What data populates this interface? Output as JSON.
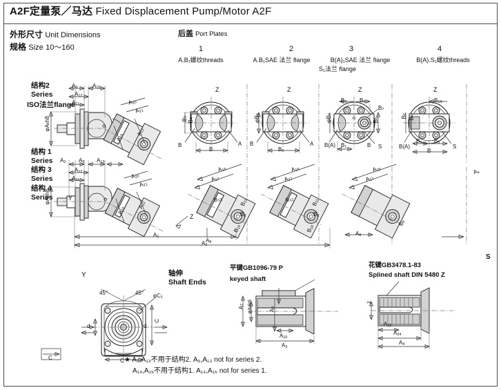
{
  "document": {
    "title_cn": "A2F定量泵／马达",
    "title_en": "Fixed Displacement Pump/Motor A2F",
    "unit_dimensions_cn": "外形尺寸",
    "unit_dimensions_en": "Unit Dimensions",
    "size_cn": "规格",
    "size_en": "Size",
    "size_range": "10～160"
  },
  "port_plates": {
    "heading_cn": "后盖",
    "heading_en": "Port Plates",
    "items": [
      {
        "number": "1",
        "desc_line1": "A.B₁螺纹threads",
        "desc_line2": ""
      },
      {
        "number": "2",
        "desc_line1": "A.B₁SAE 法兰 flange",
        "desc_line2": ""
      },
      {
        "number": "3",
        "desc_line1": "B(A)₁SAE 法兰 flange",
        "desc_line2": "S₁法兰 flange"
      },
      {
        "number": "4",
        "desc_line1": "B(A).S₁螺纹threads",
        "desc_line2": ""
      }
    ]
  },
  "series_labels": {
    "top": {
      "line1_cn": "结构2",
      "line1_en": "Series",
      "line2": "ISO法兰flange"
    },
    "bottom": {
      "l1_cn": "结构 1",
      "l1_en": "Series",
      "l2_cn": "结构 3",
      "l2_en": "Series",
      "l3_cn": "结构 4",
      "l3_en": "Series"
    }
  },
  "view_markers": {
    "y": "Y",
    "z": "Z",
    "s": "S",
    "alpha": "α"
  },
  "shaft_ends": {
    "heading_cn": "轴伸",
    "heading_en": "Shaft Ends",
    "keyed": {
      "std_cn": "平键GB1096-79  P",
      "name_en": "keyed shaft"
    },
    "splined": {
      "std_cn": "花键GB3478.1-83",
      "name_en": "Splined shaft DIN 5480 Z"
    }
  },
  "footnotes": [
    "★ A₅,A₁₃不用于结构2. A₅,A₁₃ not for series 2.",
    "A₁₄,A₁₅不用于结构1. A₁₄,A₁₅ not for series 1."
  ],
  "dimension_labels": {
    "row_top": [
      "A₄",
      "A₁₅",
      "A₁₂",
      "A₁₁",
      "A₂₀",
      "A₂₁",
      "A₂₂",
      "A₁₉",
      "φA₆h8"
    ],
    "row_mid": [
      "A₃",
      "A₅",
      "A₁₃",
      "A₁₂",
      "A₁₁",
      "A₂₀",
      "A₂₁",
      "A₂₂",
      "A₁₉",
      "φA₆h8",
      "A₁₆",
      "A₁₇",
      "A₁₈",
      "A₄"
    ],
    "overall": [
      "A₁",
      "A₂"
    ],
    "port1": [
      "B₃",
      "B₄",
      "B",
      "A",
      "B"
    ],
    "port2": [
      "φB₆",
      "B",
      "B₅",
      "A"
    ],
    "port3": [
      "B₈",
      "B₉",
      "B₇",
      "B₆",
      "B₁",
      "B",
      "S",
      "B(A)"
    ],
    "port4": [
      "B₁₄",
      "B₆",
      "B₄",
      "B₁",
      "B₅",
      "B",
      "S",
      "B(A)"
    ],
    "port_mid": [
      "A₁₆",
      "A₁₇",
      "B₁₂",
      "B₁₁",
      "B₈",
      "B₁₀",
      "A₈"
    ],
    "y_view": [
      "45°",
      "45°",
      "C",
      "C",
      "d",
      "d",
      "φC₁"
    ],
    "keyed": [
      "A₇",
      "φA₈k6",
      "A₉",
      "A₁₀",
      "A₃"
    ],
    "splined": [
      "A₁₀",
      "A₂₄",
      "A₄",
      "z"
    ]
  },
  "colors": {
    "line": "#1d1d1d",
    "frame": "#4a4a4a",
    "center_line": "#777777",
    "fill_light": "#e9e9e9",
    "fill_mid": "#d2d2d2",
    "background": "#ffffff"
  }
}
